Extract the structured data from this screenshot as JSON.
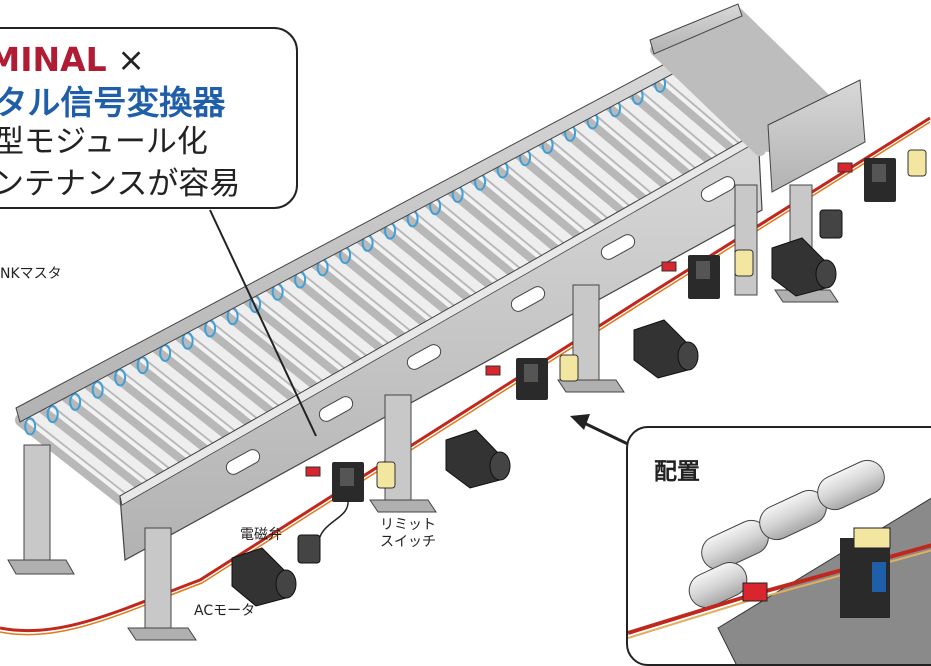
{
  "callout": {
    "line1_prefix": "RMINAL",
    "line1_suffix": " ×",
    "line2": "ジタル信号変換器",
    "line3": "小型モジュール化",
    "line4": "メンテナンスが容易"
  },
  "labels": {
    "master": "NKマスタ",
    "solenoid": "電磁弁",
    "limit_switch_line1": "リミット",
    "limit_switch_line2": "スイッチ",
    "ac_motor": "ACモータ"
  },
  "inset": {
    "title": "配置"
  },
  "colors": {
    "frame": "#cfcfcf",
    "frame_dark": "#9a9a9a",
    "roller": "#d9d9d9",
    "belt_blue": "#3f9fd8",
    "cable_red": "#c0281e",
    "cable_orange": "#e07a1a",
    "module_dark": "#2a2a2a",
    "connector_red": "#d9262e",
    "switch_yellow": "#f2e6a0",
    "callout_red": "#b01c34",
    "callout_blue": "#1f5ea8"
  },
  "icons": [
    "conveyor-roller-icon",
    "terminal-module-icon",
    "limit-switch-icon",
    "solenoid-valve-icon",
    "ac-motor-icon",
    "arrow-icon"
  ]
}
